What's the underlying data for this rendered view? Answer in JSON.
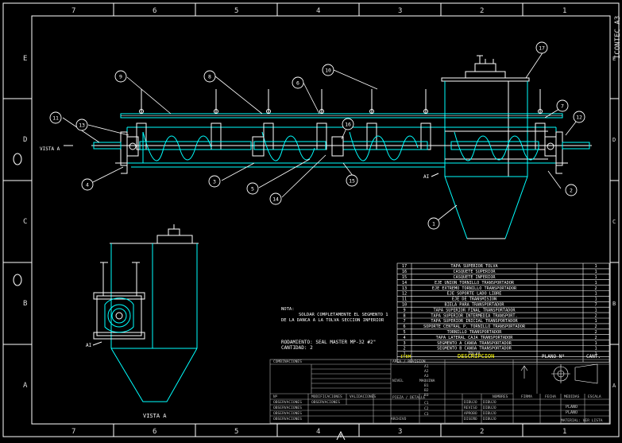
{
  "colors": {
    "background": "#000000",
    "frame": "#ffffff",
    "cyan": "#00ffff",
    "white": "#ffffff",
    "grey": "#b4b4b4",
    "yellow": "#ffff00"
  },
  "frame": {
    "top_zones": [
      "7",
      "6",
      "5",
      "4",
      "3",
      "2",
      "1"
    ],
    "bottom_zones": [
      "7",
      "6",
      "5",
      "4",
      "3",
      "2",
      "1"
    ],
    "row_zones": [
      "E",
      "D",
      "C",
      "B",
      "A"
    ],
    "sheet_label": "ICONTEC A3"
  },
  "main_view": {
    "view_label": "VISTA A",
    "section_mark": "AI",
    "balloons": [
      "1",
      "2",
      "3",
      "4",
      "5",
      "6",
      "7",
      "8",
      "9",
      "10",
      "11",
      "12",
      "13",
      "14",
      "15",
      "16",
      "17"
    ]
  },
  "side_view": {
    "caption": "VISTA A",
    "section_mark": "AI"
  },
  "notes": {
    "note_title": "NOTA:",
    "note_line1": "SOLDAR COMPLETAMENTE EL SEGMENTO 1",
    "note_line2": "DE LA DANCA A LA TOLVA SECCION INFERIOR",
    "bearing_line": "RODAMIENTO: SEAL MASTER MP-32 #2\"",
    "quantity_line": "CANTIDAD: 2"
  },
  "parts_list": {
    "rows": [
      {
        "no": "17",
        "desc": "TAPA SUPERIOR TOLVA",
        "qty": "1"
      },
      {
        "no": "16",
        "desc": "CASQUETE SUPERIOR",
        "qty": "1"
      },
      {
        "no": "15",
        "desc": "CASQUETE INFERIOR",
        "qty": "1"
      },
      {
        "no": "14",
        "desc": "EJE UNION TORNILLO TRANSPORTADOR",
        "qty": "1"
      },
      {
        "no": "13",
        "desc": "EJE EXTREMO TORNILLO TRANSPORTADOR",
        "qty": "2"
      },
      {
        "no": "12",
        "desc": "EJE SOPORTE LADO LIBRE",
        "qty": "1"
      },
      {
        "no": "11",
        "desc": "EJE DE TRANSMISION",
        "qty": "1"
      },
      {
        "no": "10",
        "desc": "BIELA PARA TRANSPORTADOR",
        "qty": "7"
      },
      {
        "no": "9",
        "desc": "TAPA SUPERIOR FINAL TRANSPORTADOR",
        "qty": "1"
      },
      {
        "no": "8",
        "desc": "TAPA SUPERIOR INTERMEDIA TRANSPORT.",
        "qty": "2"
      },
      {
        "no": "7",
        "desc": "TAPA SUPERIOR INICIAL TRANSPORTADOR",
        "qty": "1"
      },
      {
        "no": "6",
        "desc": "SOPORTE CENTRAL P. TORNILLO TRANSPORTADOR",
        "qty": "2"
      },
      {
        "no": "5",
        "desc": "TORNILLO TRANSPORTADOR",
        "qty": "2"
      },
      {
        "no": "4",
        "desc": "TAPA LATERAL CAJA TRANSPORTADOR",
        "qty": "2"
      },
      {
        "no": "3",
        "desc": "SEGMENTO A CANOA TRANSPORTADOR",
        "qty": "1"
      },
      {
        "no": "2",
        "desc": "SEGMENTO B CANOA TRANSPORTADOR",
        "qty": "1"
      },
      {
        "no": "1",
        "desc": "TOLVA",
        "qty": "1"
      }
    ],
    "header_no": "ITEM",
    "header_desc": "DESCRIPCION",
    "header_plano": "PLANO Nº",
    "header_qty": "CANT."
  },
  "title_block": {
    "combinaciones": "COMBINACIONES",
    "area_revision": "AREA / REVISION",
    "revisions": [
      "A1",
      "A2",
      "A3"
    ],
    "nivel_label": "NIVEL",
    "nivel_value": "MAQUINA",
    "sub_rev": [
      "B1",
      "B2",
      "B3"
    ],
    "pieza_detalle": "PIEZA / DETALLE",
    "piece_codes": [
      "C1",
      "C2",
      "C3"
    ],
    "row_labels": [
      "Nº",
      "MODIFICACIONES",
      "VALIDACIONES"
    ],
    "obs_rows": [
      "OBSERVACIONES",
      "OBSERVACIONES",
      "OBSERVACIONES",
      "OBSERVACIONES"
    ],
    "dibujo_rows": [
      "DIBUJO",
      "DIBUJO",
      "DIBUJO",
      "DIBUJO"
    ],
    "archivo": "ARCHIVO",
    "col_nombres": "NOMBRES",
    "col_firma": "FIRMA",
    "col_fecha": "FECHA",
    "col_medidas": "MEDIDAS",
    "col_escala": "ESCALA",
    "roles": [
      "DIBUJO",
      "REVISO",
      "APROBO",
      "DISEÑO"
    ],
    "plano_label": "PLANO",
    "plano_value": "PLANO",
    "material": "MATERIAL: VER LISTA"
  }
}
